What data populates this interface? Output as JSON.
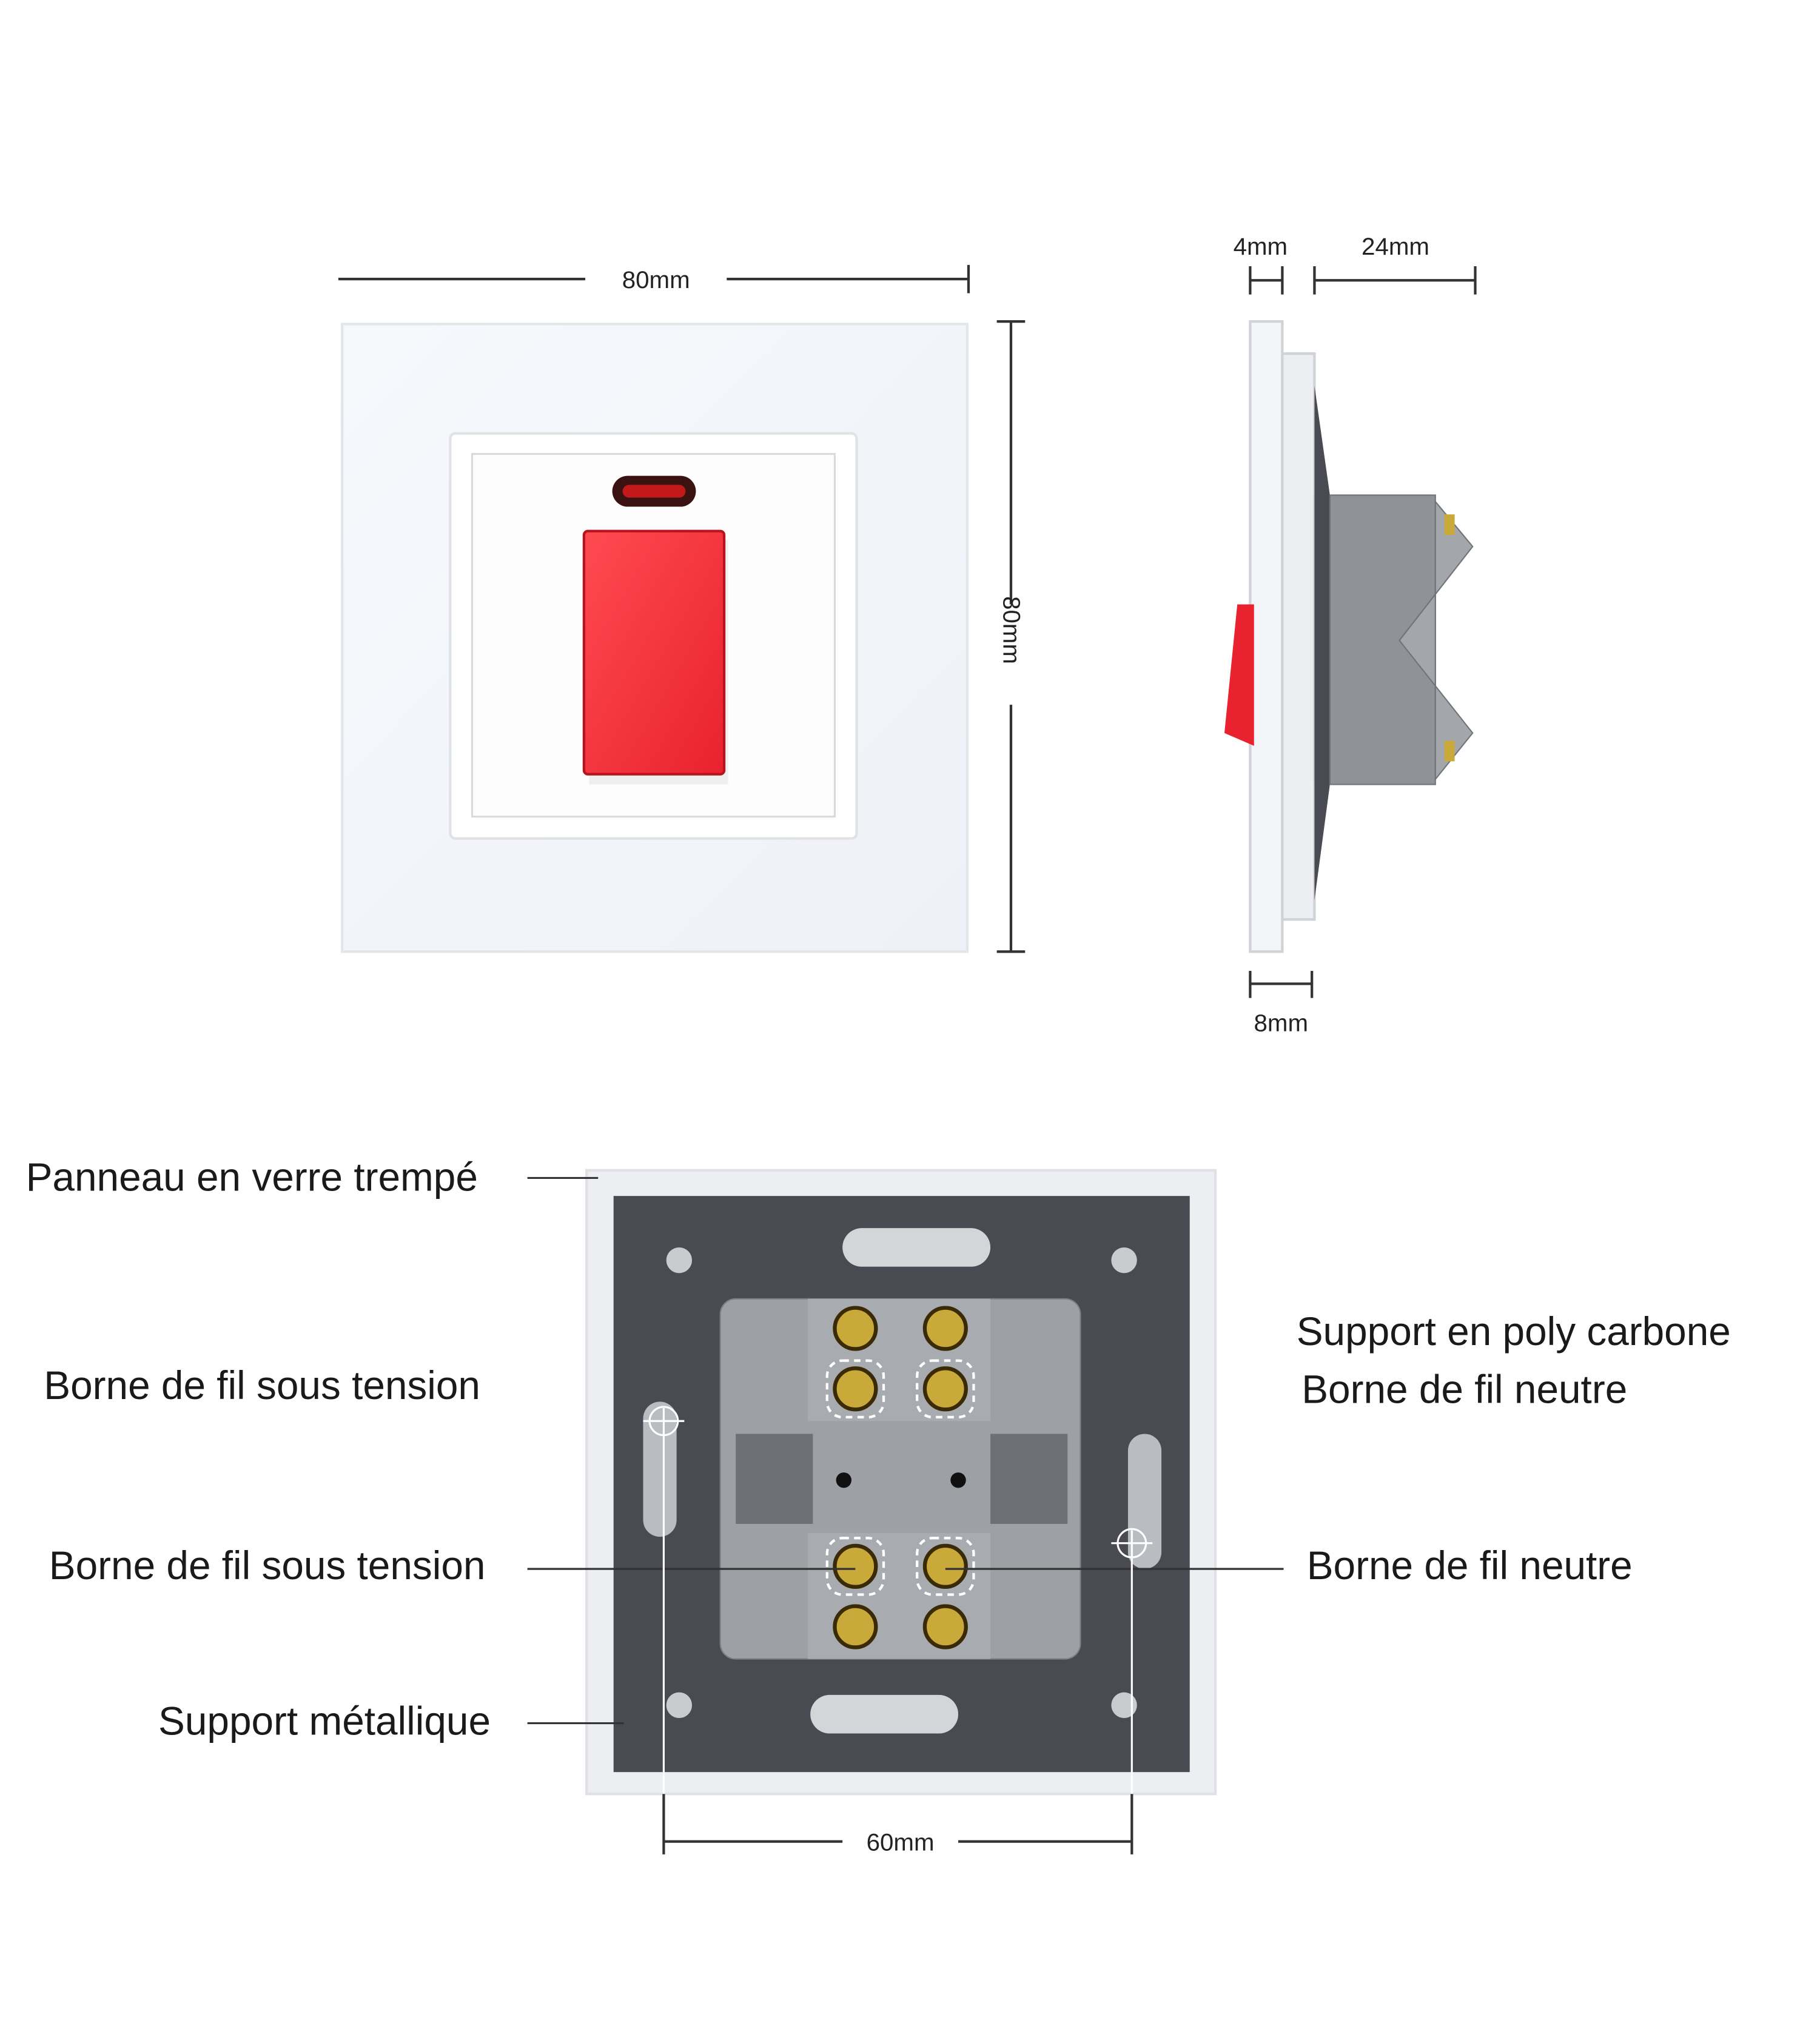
{
  "dimensions": {
    "front_width": "80mm",
    "front_height": "80mm",
    "plate_thickness": "4mm",
    "depth": "24mm",
    "frame_thickness": "8mm",
    "fixing_distance": "60mm"
  },
  "labels": {
    "tempered_glass": "Panneau en verre trempé",
    "live_terminal_top": "Borne de fil sous tension",
    "polycarbonate_support": "Support en poly carbone",
    "neutral_terminal_top": "Borne de fil neutre",
    "live_terminal": "Borne de fil sous tension",
    "neutral_terminal": "Borne de fil neutre",
    "metal_support": "Support métallique"
  },
  "colors": {
    "switch_red": "#f2343f",
    "back_plate": "#4a4b52",
    "mechanism": "#9da1a6",
    "brass": "#c9a93a"
  }
}
